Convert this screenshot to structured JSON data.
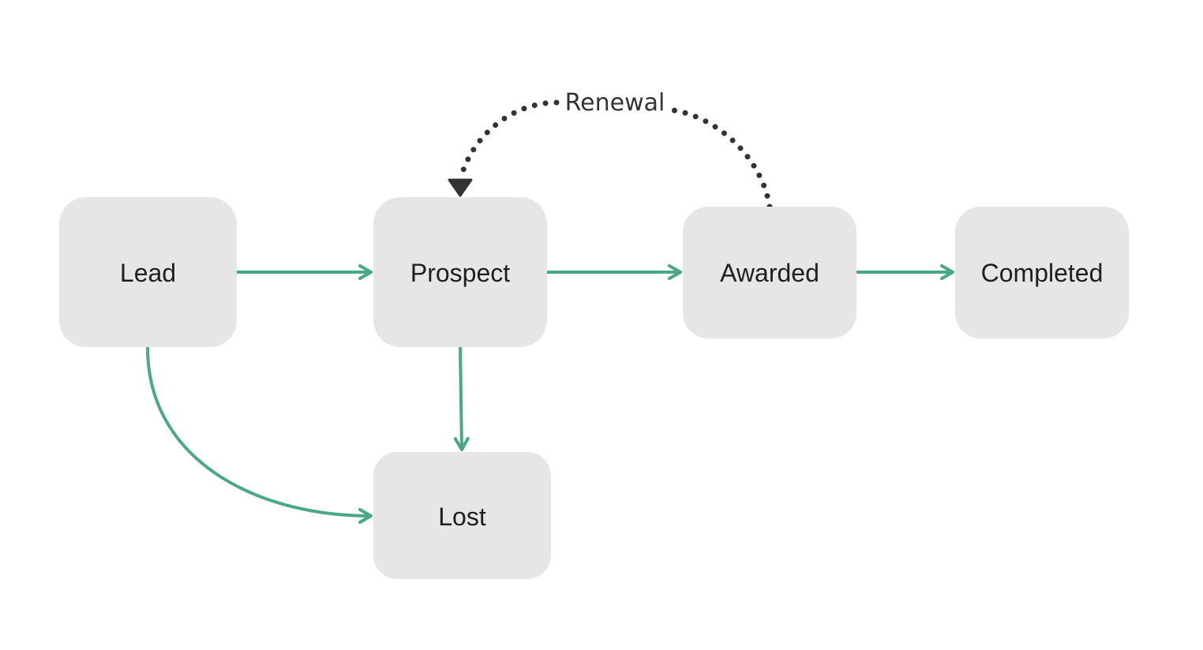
{
  "diagram": {
    "nodes": {
      "lead": "Lead",
      "prospect": "Prospect",
      "awarded": "Awarded",
      "completed": "Completed",
      "lost": "Lost"
    },
    "edges": [
      {
        "from": "Lead",
        "to": "Prospect",
        "style": "solid"
      },
      {
        "from": "Prospect",
        "to": "Awarded",
        "style": "solid"
      },
      {
        "from": "Awarded",
        "to": "Completed",
        "style": "solid"
      },
      {
        "from": "Prospect",
        "to": "Lost",
        "style": "solid"
      },
      {
        "from": "Lead",
        "to": "Lost",
        "style": "solid"
      },
      {
        "from": "Awarded",
        "to": "Prospect",
        "style": "dotted",
        "label": "Renewal"
      }
    ],
    "renewal_label": "Renewal",
    "colors": {
      "node_fill": "#e6e6e6",
      "edge": "#4aa88a",
      "dotted_edge": "#333333",
      "text": "#1f1f1f"
    }
  }
}
